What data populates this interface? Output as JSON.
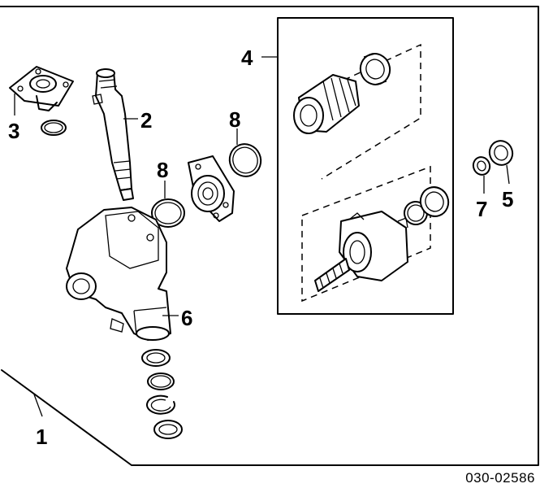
{
  "callouts": {
    "c1": "1",
    "c2": "2",
    "c3": "3",
    "c4": "4",
    "c5": "5",
    "c6": "6",
    "c7": "7",
    "c8a": "8",
    "c8b": "8"
  },
  "reference_code": "030-02586"
}
